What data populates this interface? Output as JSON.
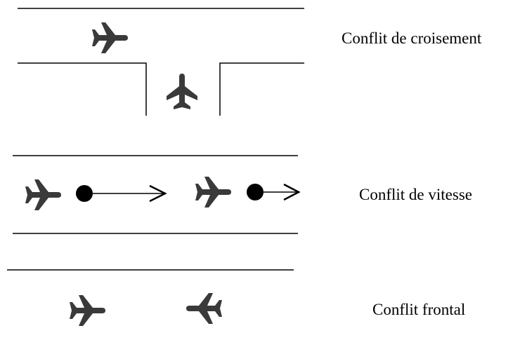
{
  "colors": {
    "line": "#000000",
    "plane": "#3a3a3a",
    "dot": "#000000",
    "text": "#000000"
  },
  "icons": {
    "plane": "airplane-icon",
    "speed_point": "filled-circle-icon",
    "speed_arrow": "arrow-right-icon"
  },
  "scenarios": [
    {
      "id": "crossing",
      "label": "Conflit de croisement"
    },
    {
      "id": "speed",
      "label": "Conflit de vitesse"
    },
    {
      "id": "frontal",
      "label": "Conflit frontal"
    }
  ]
}
